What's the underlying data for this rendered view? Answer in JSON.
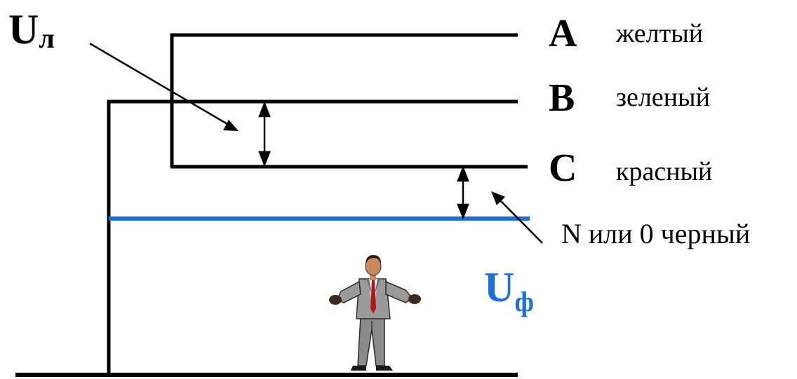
{
  "phases": [
    {
      "letter": "A",
      "color_name": "желтый"
    },
    {
      "letter": "B",
      "color_name": "зеленый"
    },
    {
      "letter": "C",
      "color_name": "красный"
    }
  ],
  "neutral": {
    "label": "N или 0  черный",
    "line_color": "#1f6fd6"
  },
  "line_voltage": {
    "main": "U",
    "sub": "л"
  },
  "phase_voltage": {
    "main": "U",
    "sub": "ф",
    "color": "#1f6fd6"
  },
  "person": {
    "icon": "businessman-icon"
  }
}
